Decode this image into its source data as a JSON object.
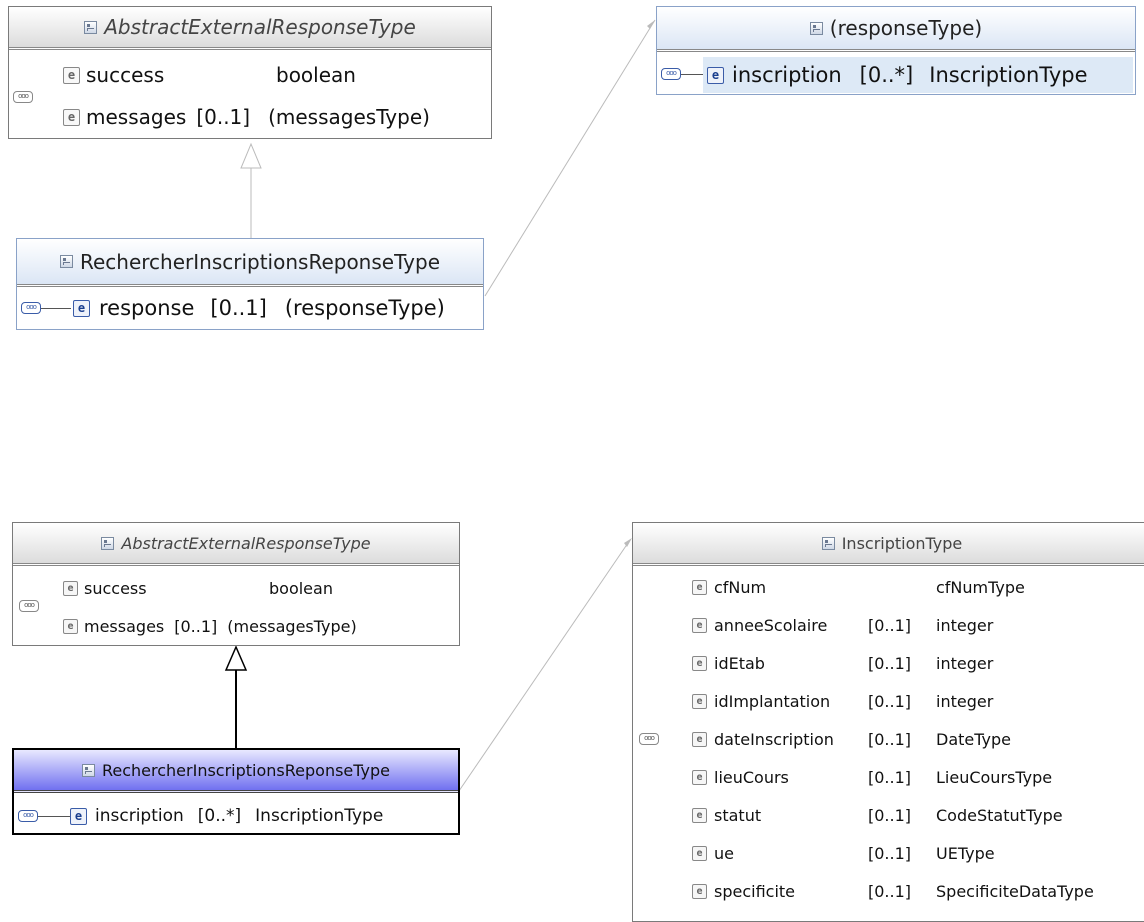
{
  "diagram1": {
    "base": {
      "title": "AbstractExternalResponseType",
      "rows": [
        {
          "name": "success",
          "mult": "",
          "type": "boolean"
        },
        {
          "name": "messages",
          "mult": "[0..1]",
          "type": "(messagesType)"
        }
      ]
    },
    "derived": {
      "title": "RechercherInscriptionsReponseType",
      "row": {
        "name": "response",
        "mult": "[0..1]",
        "type": "(responseType)"
      }
    },
    "target": {
      "title": "(responseType)",
      "row": {
        "name": "inscription",
        "mult": "[0..*]",
        "type": "InscriptionType"
      }
    }
  },
  "diagram2": {
    "base": {
      "title": "AbstractExternalResponseType",
      "rows": [
        {
          "name": "success",
          "mult": "",
          "type": "boolean"
        },
        {
          "name": "messages",
          "mult": "[0..1]",
          "type": "(messagesType)"
        }
      ]
    },
    "derived": {
      "title": "RechercherInscriptionsReponseType",
      "row": {
        "name": "inscription",
        "mult": "[0..*]",
        "type": "InscriptionType"
      }
    },
    "target": {
      "title": "InscriptionType",
      "rows": [
        {
          "name": "cfNum",
          "mult": "",
          "type": "cfNumType"
        },
        {
          "name": "anneeScolaire",
          "mult": "[0..1]",
          "type": "integer"
        },
        {
          "name": "idEtab",
          "mult": "[0..1]",
          "type": "integer"
        },
        {
          "name": "idImplantation",
          "mult": "[0..1]",
          "type": "integer"
        },
        {
          "name": "dateInscription",
          "mult": "[0..1]",
          "type": "DateType"
        },
        {
          "name": "lieuCours",
          "mult": "[0..1]",
          "type": "LieuCoursType"
        },
        {
          "name": "statut",
          "mult": "[0..1]",
          "type": "CodeStatutType"
        },
        {
          "name": "ue",
          "mult": "[0..1]",
          "type": "UEType"
        },
        {
          "name": "specificite",
          "mult": "[0..1]",
          "type": "SpecificiteDataType"
        }
      ]
    }
  },
  "icons": {
    "element": "e",
    "sequence": "ooo"
  }
}
